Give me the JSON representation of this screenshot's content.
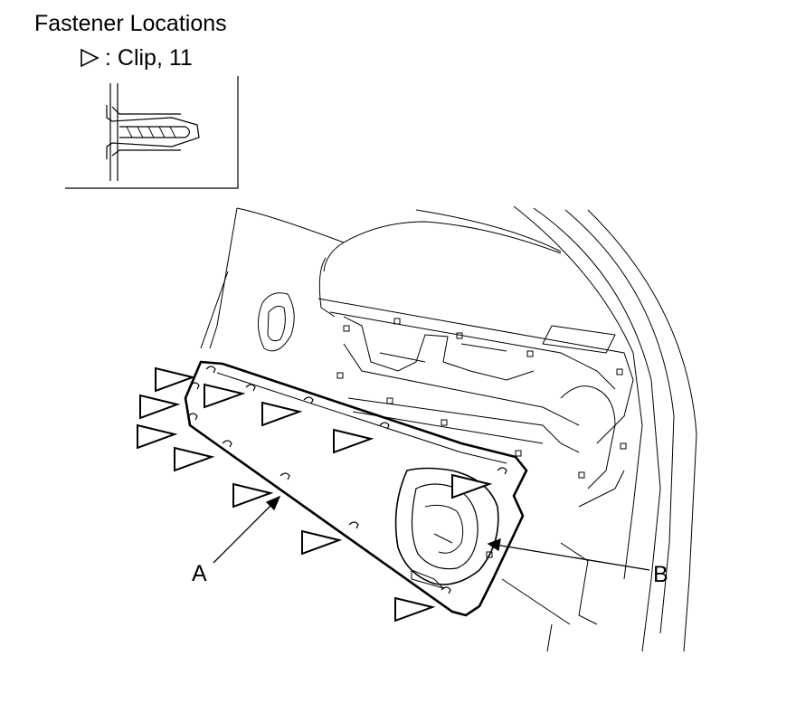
{
  "title": "Fastener Locations",
  "legend": {
    "symbol": "clip-triangle-icon",
    "text": ": Clip, 11"
  },
  "callouts": {
    "a": "A",
    "b": "B"
  }
}
